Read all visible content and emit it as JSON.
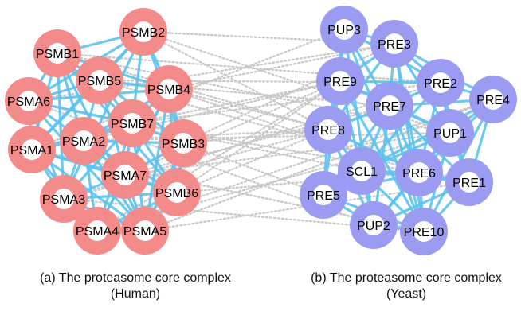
{
  "colors": {
    "human_node": "#F48B8B",
    "yeast_node": "#9B9BF1",
    "node_center": "#ffffff",
    "intra_edge": "#5BC3F0",
    "cross_edge": "#C8C8C8"
  },
  "human_nodes": [
    "PSMB2",
    "PSMB1",
    "PSMA6",
    "PSMB5",
    "PSMB4",
    "PSMB7",
    "PSMA2",
    "PSMA1",
    "PSMB3",
    "PSMA7",
    "PSMB6",
    "PSMA3",
    "PSMA4",
    "PSMA5"
  ],
  "yeast_nodes": [
    "PUP3",
    "PRE3",
    "PRE9",
    "PRE2",
    "PRE4",
    "PRE7",
    "PRE8",
    "PUP1",
    "SCL1",
    "PRE6",
    "PRE1",
    "PRE5",
    "PUP2",
    "PRE10"
  ],
  "captions": {
    "left": {
      "line1": "(a) The proteasome core complex",
      "line2": "(Human)"
    },
    "right": {
      "line1": "(b) The proteasome core complex",
      "line2": "(Yeast)"
    }
  }
}
